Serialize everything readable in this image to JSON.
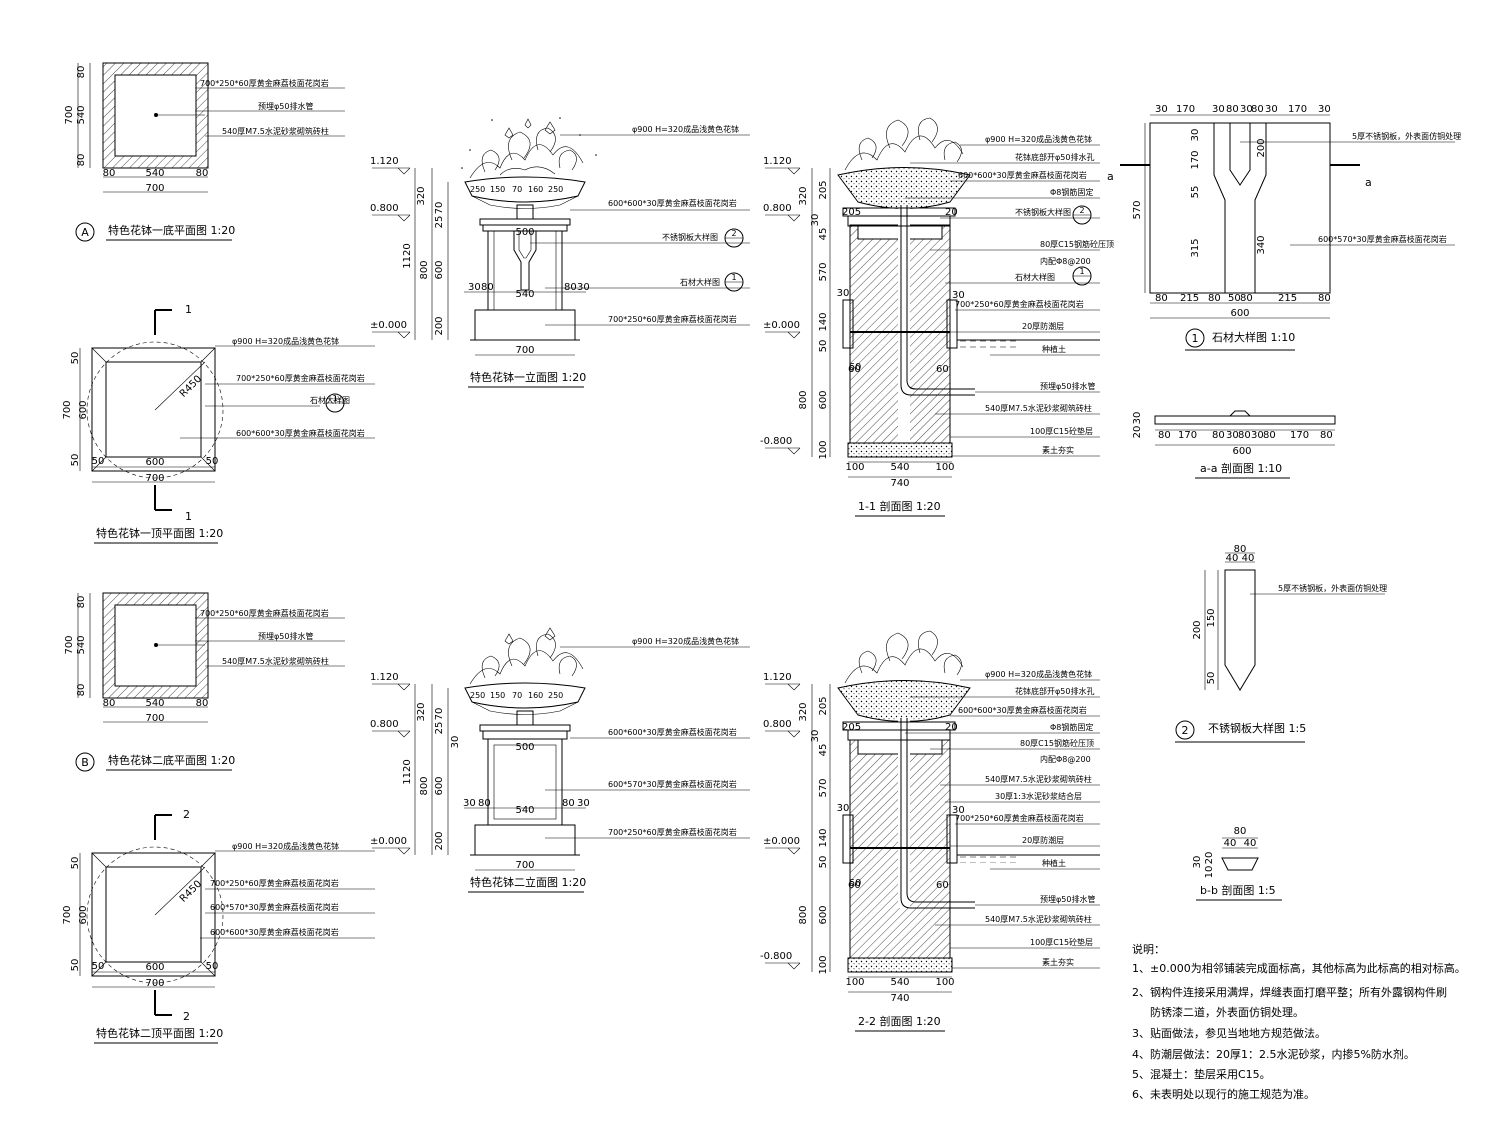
{
  "views": {
    "planA": {
      "title": "特色花钵一底平面图 1:20",
      "marker": "A",
      "callouts": [
        "700*250*60厚黄金麻荔枝面花岗岩",
        "预埋φ50排水管",
        "540厚M7.5水泥砂浆砌筑砖柱"
      ],
      "dims_v": [
        "80",
        "540",
        "80",
        "700"
      ],
      "dims_h": [
        "80",
        "540",
        "80",
        "700"
      ]
    },
    "plan1": {
      "title": "特色花钵一顶平面图 1:20",
      "cut": "1",
      "radius": "R450",
      "callouts": [
        "φ900 H=320成品浅黄色花钵",
        "700*250*60厚黄金麻荔枝面花岗岩",
        "石材大样图",
        "600*600*30厚黄金麻荔枝面花岗岩"
      ],
      "detail_ref": "1",
      "dims_v": [
        "50",
        "600",
        "50",
        "700"
      ],
      "dims_h": [
        "50",
        "600",
        "50",
        "700"
      ]
    },
    "elev1": {
      "title": "特色花钵一立面图 1:20",
      "levels": [
        "1.120",
        "0.800",
        "±0.000"
      ],
      "callouts": [
        "φ900 H=320成品浅黄色花钵",
        "600*600*30厚黄金麻荔枝面花岗岩",
        "不锈钢板大样图",
        "石材大样图",
        "700*250*60厚黄金麻荔枝面花岗岩"
      ],
      "refs": [
        "2",
        "1"
      ],
      "dims_v": [
        "320",
        "1120",
        "800",
        "70",
        "25",
        "600",
        "200"
      ],
      "dims_h": [
        "250",
        "150",
        "70",
        "160",
        "250",
        "500",
        "30",
        "80",
        "540",
        "80",
        "30",
        "700"
      ]
    },
    "sec1": {
      "title": "1-1 剖面图 1:20",
      "levels": [
        "1.120",
        "0.800",
        "±0.000",
        "-0.800"
      ],
      "callouts": [
        "φ900 H=320成品浅黄色花钵",
        "花钵底部开φ50排水孔",
        "600*600*30厚黄金麻荔枝面花岗岩",
        "Φ8钢筋固定",
        "不锈钢板大样图",
        "80厚C15钢筋砼压顶",
        "内配Φ8@200",
        "石材大样图",
        "700*250*60厚黄金麻荔枝面花岗岩",
        "20厚防潮层",
        "种植土",
        "预埋φ50排水管",
        "540厚M7.5水泥砂浆砌筑砖柱",
        "100厚C15砼垫层",
        "素土夯实"
      ],
      "refs": [
        "2",
        "1"
      ],
      "dims_v": [
        "320",
        "205",
        "30",
        "45",
        "570",
        "30",
        "140",
        "50",
        "60",
        "800",
        "600",
        "100"
      ],
      "dims_h": [
        "205",
        "20",
        "30",
        "60",
        "60",
        "100",
        "540",
        "100",
        "740"
      ]
    },
    "detail1": {
      "title": "石材大样图 1:10",
      "ref": "1",
      "section_mark": "a",
      "callouts": [
        "5厚不锈钢板，外表面仿铜处理",
        "600*570*30厚黄金麻荔枝面花岗岩"
      ],
      "dims_top": [
        "30",
        "170",
        "30",
        "80",
        "30",
        "80",
        "30",
        "170",
        "30"
      ],
      "dims_bottom": [
        "80",
        "215",
        "80",
        "50",
        "80",
        "215",
        "80",
        "600"
      ],
      "dims_v": [
        "30",
        "170",
        "55",
        "315",
        "570",
        "200",
        "340"
      ]
    },
    "secA": {
      "title": "a-a 剖面图 1:10",
      "dims_v": [
        "30",
        "20"
      ],
      "dims_h": [
        "80",
        "170",
        "80",
        "30",
        "80",
        "30",
        "80",
        "170",
        "80",
        "600"
      ]
    },
    "detail2": {
      "title": "不锈钢板大样图 1:5",
      "ref": "2",
      "callout": "5厚不锈钢板，外表面仿铜处理",
      "dims_h": [
        "80",
        "40",
        "40"
      ],
      "dims_v": [
        "150",
        "200",
        "50"
      ]
    },
    "secB": {
      "title": "b-b 剖面图 1:5",
      "dims_h": [
        "80",
        "40",
        "40"
      ],
      "dims_v": [
        "30",
        "20",
        "10"
      ]
    },
    "planB": {
      "title": "特色花钵二底平面图 1:20",
      "marker": "B",
      "callouts": [
        "700*250*60厚黄金麻荔枝面花岗岩",
        "预埋φ50排水管",
        "540厚M7.5水泥砂浆砌筑砖柱"
      ],
      "dims_v": [
        "80",
        "540",
        "80",
        "700"
      ],
      "dims_h": [
        "80",
        "540",
        "80",
        "700"
      ]
    },
    "plan2": {
      "title": "特色花钵二顶平面图 1:20",
      "cut": "2",
      "radius": "R450",
      "callouts": [
        "φ900 H=320成品浅黄色花钵",
        "700*250*60厚黄金麻荔枝面花岗岩",
        "600*570*30厚黄金麻荔枝面花岗岩",
        "600*600*30厚黄金麻荔枝面花岗岩"
      ],
      "dims_v": [
        "50",
        "600",
        "50",
        "700"
      ],
      "dims_h": [
        "50",
        "600",
        "50",
        "700"
      ]
    },
    "elev2": {
      "title": "特色花钵二立面图 1:20",
      "levels": [
        "1.120",
        "0.800",
        "±0.000"
      ],
      "callouts": [
        "φ900 H=320成品浅黄色花钵",
        "600*600*30厚黄金麻荔枝面花岗岩",
        "600*570*30厚黄金麻荔枝面花岗岩",
        "700*250*60厚黄金麻荔枝面花岗岩"
      ],
      "dims_v": [
        "320",
        "1120",
        "800",
        "70",
        "25",
        "30",
        "600",
        "200"
      ],
      "dims_h": [
        "250",
        "150",
        "70",
        "160",
        "250",
        "500",
        "30",
        "80",
        "540",
        "80",
        "30",
        "700"
      ]
    },
    "sec2": {
      "title": "2-2 剖面图 1:20",
      "levels": [
        "1.120",
        "0.800",
        "±0.000",
        "-0.800"
      ],
      "callouts": [
        "φ900 H=320成品浅黄色花钵",
        "花钵底部开φ50排水孔",
        "600*600*30厚黄金麻荔枝面花岗岩",
        "Φ8钢筋固定",
        "80厚C15钢筋砼压顶",
        "内配Φ8@200",
        "540厚M7.5水泥砂浆砌筑砖柱",
        "30厚1:3水泥砂浆结合层",
        "700*250*60厚黄金麻荔枝面花岗岩",
        "20厚防潮层",
        "种植土",
        "预埋φ50排水管",
        "540厚M7.5水泥砂浆砌筑砖柱",
        "100厚C15砼垫层",
        "素土夯实"
      ],
      "dims_v": [
        "320",
        "205",
        "30",
        "45",
        "570",
        "30",
        "140",
        "50",
        "60",
        "800",
        "600",
        "100"
      ],
      "dims_h": [
        "205",
        "20",
        "30",
        "60",
        "60",
        "100",
        "540",
        "100",
        "740"
      ]
    }
  },
  "notes": {
    "title": "说明：",
    "items": [
      "1、±0.000为相邻铺装完成面标高，其他标高为此标高的相对标高。",
      "2、钢构件连接采用满焊，焊缝表面打磨平整；所有外露钢构件刷",
      "防锈漆二道，外表面仿铜处理。",
      "3、贴面做法，参见当地地方规范做法。",
      "4、防潮层做法：20厚1：2.5水泥砂浆，内掺5%防水剂。",
      "5、混凝土：垫层采用C15。",
      "6、未表明处以现行的施工规范为准。"
    ]
  }
}
